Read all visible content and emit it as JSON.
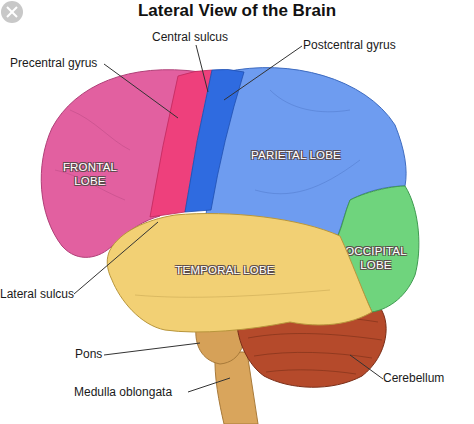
{
  "diagram": {
    "title": "Lateral View of the Brain",
    "nodes": [
      {
        "text": [
          "FRONTAL LOBE"
        ]
      },
      {
        "text": [
          "PARIETAL LOBE"
        ]
      },
      {
        "text": [
          "OCCIPITAL LOBE"
        ]
      },
      {
        "text": [
          "TEMPORAL LOBE"
        ]
      }
    ],
    "labels": [
      "Central sulcus",
      "Precentral gyrus",
      "Postcentral gyrus",
      "Lateral sulcus",
      "Pons",
      "Medulla oblongata",
      "Cerebellum"
    ]
  }
}
